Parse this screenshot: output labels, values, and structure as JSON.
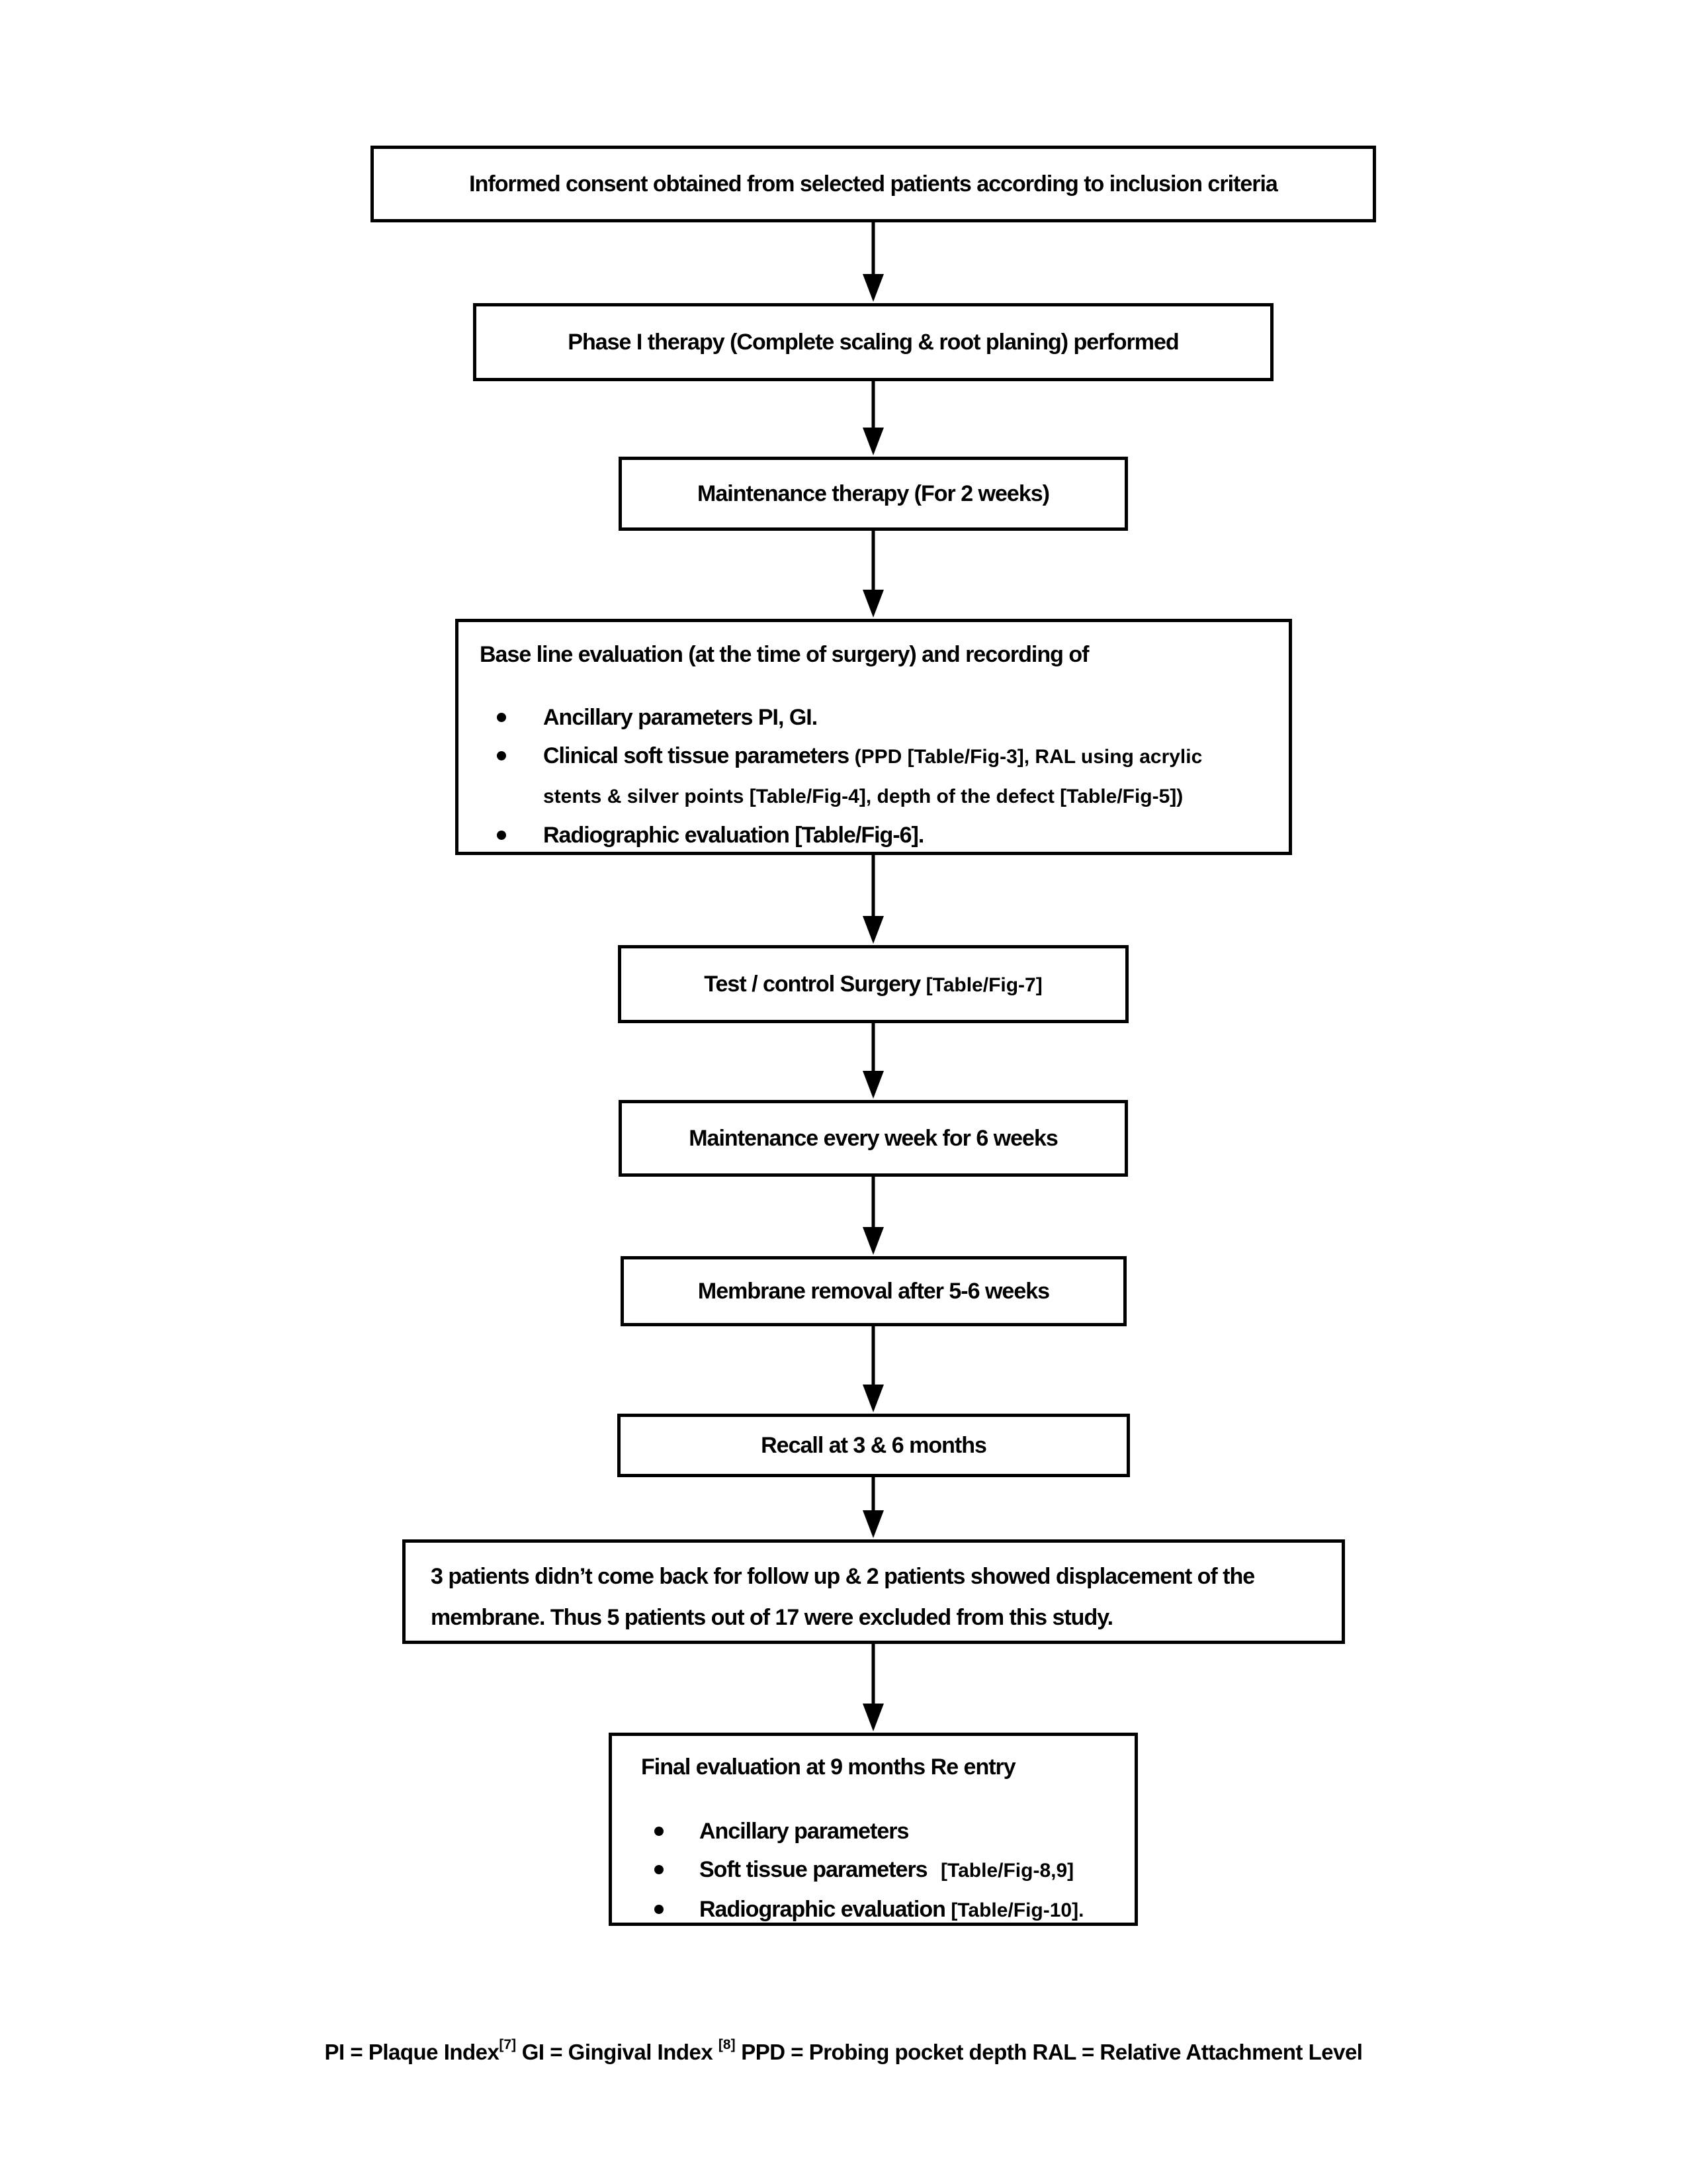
{
  "nodes": [
    {
      "text": "Informed consent obtained from selected patients according to inclusion criteria"
    },
    {
      "text": "Phase I therapy (Complete scaling & root planing) performed"
    },
    {
      "text": "Maintenance therapy (For 2 weeks)"
    },
    {
      "title": "Base line evaluation (at the time of surgery) and recording of",
      "bullets": [
        {
          "main": "Ancillary parameters PI, GI."
        },
        {
          "main": "Clinical soft tissue parameters ",
          "ref": "(PPD [Table/Fig-3], RAL using acrylic stents & silver points [Table/Fig-4], depth of the defect [Table/Fig-5])"
        },
        {
          "main": "Radiographic evaluation [Table/Fig-6]."
        }
      ]
    },
    {
      "main": "Test / control Surgery ",
      "ref": "[Table/Fig-7]"
    },
    {
      "text": "Maintenance every week for 6 weeks"
    },
    {
      "text": "Membrane removal after 5-6 weeks"
    },
    {
      "text": "Recall at 3 & 6 months"
    },
    {
      "text": "3 patients didn’t come back for follow up & 2 patients showed displacement of the membrane. Thus 5 patients out of 17 were excluded from this study."
    },
    {
      "title": "Final evaluation at 9 months Re entry",
      "bullets": [
        {
          "main": "Ancillary parameters"
        },
        {
          "main": "Soft tissue parameters ",
          "ref": "[Table/Fig-8,9]"
        },
        {
          "main": "Radiographic evaluation ",
          "ref": "[Table/Fig-10]."
        }
      ]
    }
  ],
  "footer": {
    "segments": [
      {
        "t": "PI = Plaque Index"
      },
      {
        "t": "[7]"
      },
      {
        "t": " GI = Gingival Index "
      },
      {
        "t": "[8]"
      },
      {
        "t": " PPD = Probing pocket depth RAL = Relative Attachment Level"
      }
    ]
  }
}
